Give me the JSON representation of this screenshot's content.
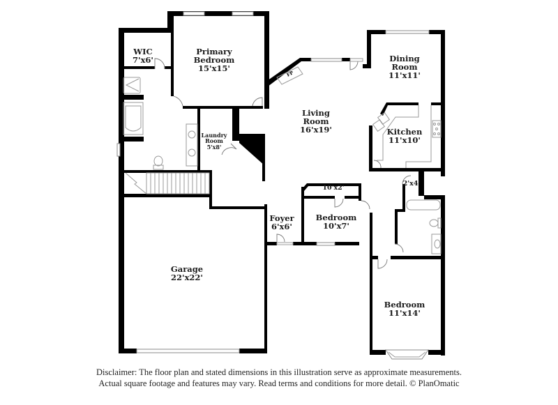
{
  "floorplan": {
    "rooms": [
      {
        "id": "wic",
        "name": "WIC",
        "dims": "7'x6'"
      },
      {
        "id": "primary_bedroom",
        "name": "Primary Bedroom",
        "name_line1": "Primary",
        "name_line2": "Bedroom",
        "dims": "15'x15'"
      },
      {
        "id": "laundry",
        "name": "Laundry Room",
        "name_line1": "Laundry",
        "name_line2": "Room",
        "dims": "5'x8'"
      },
      {
        "id": "living",
        "name": "Living Room",
        "name_line1": "Living",
        "name_line2": "Room",
        "dims": "16'x19'"
      },
      {
        "id": "dining",
        "name": "Dining Room",
        "name_line1": "Dining",
        "name_line2": "Room",
        "dims": "11'x11'"
      },
      {
        "id": "kitchen",
        "name": "Kitchen",
        "dims": "11'x10'"
      },
      {
        "id": "closet_2x4",
        "name": "",
        "dims": "2'x4'"
      },
      {
        "id": "closet_10x2",
        "name": "",
        "dims": "10'x2'"
      },
      {
        "id": "bedroom2",
        "name": "Bedroom",
        "dims": "10'x7'"
      },
      {
        "id": "foyer",
        "name": "Foyer",
        "dims": "6'x6'"
      },
      {
        "id": "garage",
        "name": "Garage",
        "dims": "22'x22'"
      },
      {
        "id": "bedroom3",
        "name": "Bedroom",
        "dims": "11'x14'"
      }
    ],
    "fixtures": {
      "fireplace": "FP"
    }
  },
  "disclaimer": {
    "line1": "Disclaimer: The floor plan and stated dimensions in this illustration serve as approximate measurements.",
    "line2": "Actual square footage and features may vary. Read terms and conditions for more detail. © PlanOmatic"
  },
  "colors": {
    "wall": "#000000",
    "fixture": "#999999",
    "background": "#ffffff"
  }
}
